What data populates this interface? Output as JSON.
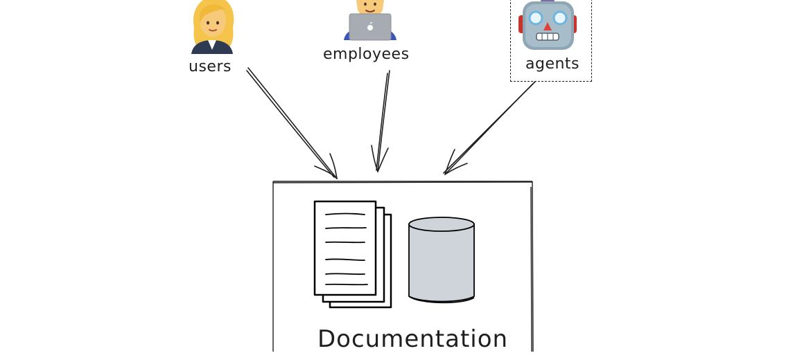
{
  "actors": [
    {
      "id": "users",
      "label": "users",
      "icon": "woman-office-worker-icon"
    },
    {
      "id": "employees",
      "label": "employees",
      "icon": "man-technologist-laptop-icon"
    },
    {
      "id": "agents",
      "label": "agents",
      "icon": "robot-face-icon"
    }
  ],
  "target": {
    "label": "Documentation",
    "icons": [
      "document-stack-icon",
      "database-cylinder-icon"
    ]
  },
  "colors": {
    "stroke": "#1e1e1e",
    "cylinder_fill": "#ced4d9",
    "paper_fill": "#ffffff"
  }
}
